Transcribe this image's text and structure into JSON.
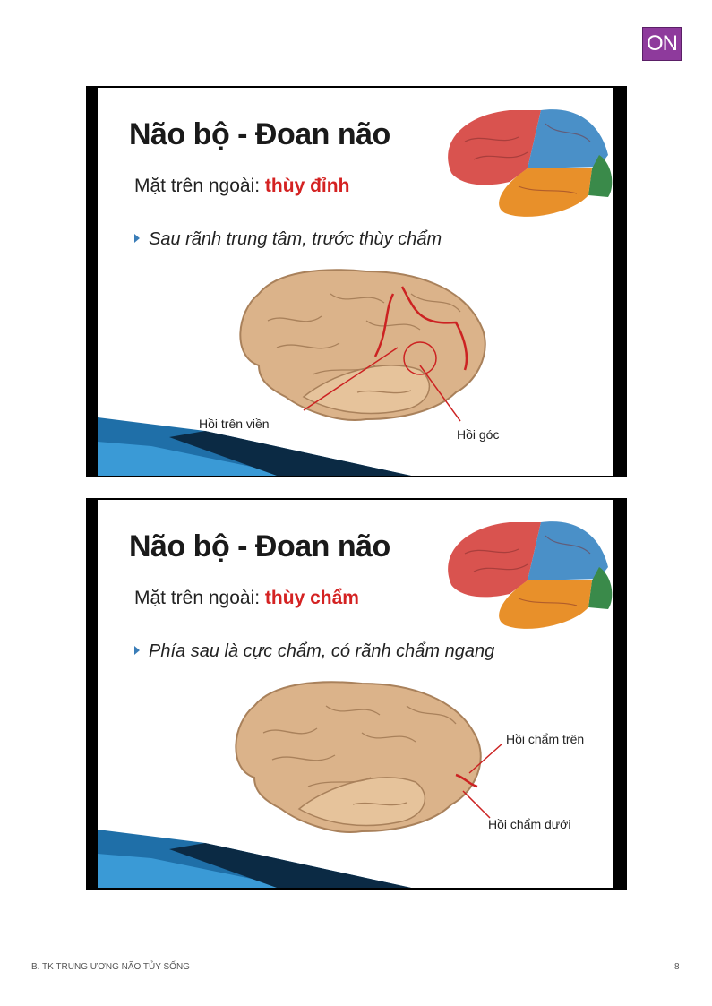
{
  "badge": {
    "text": "ON",
    "color": "#8e3a9c"
  },
  "slides": [
    {
      "title": "Não bộ - Đoan não",
      "subtitle_prefix": "Mặt trên ngoài: ",
      "subtitle_highlight": "thùy đỉnh",
      "bullet": "Sau rãnh trung tâm, trước thùy chẩm",
      "labels": [
        "Hồi trên viền",
        "Hồi góc"
      ]
    },
    {
      "title": "Não bộ - Đoan não",
      "subtitle_prefix": "Mặt trên ngoài: ",
      "subtitle_highlight": "thùy chẩm",
      "bullet": "Phía sau là cực chẩm, có rãnh chẩm ngang",
      "labels": [
        "Hồi chẩm trên",
        "Hồi chẩm dưới"
      ]
    }
  ],
  "footer": {
    "left": "B. TK TRUNG ƯƠNG NÃO TỦY SỐNG",
    "page": "8"
  },
  "colors": {
    "highlight": "#d42222",
    "frontal": "#d9534f",
    "parietal": "#4a90c8",
    "temporal": "#e8902a",
    "occipital": "#3a8a4a",
    "brain": "#dbb38a"
  }
}
